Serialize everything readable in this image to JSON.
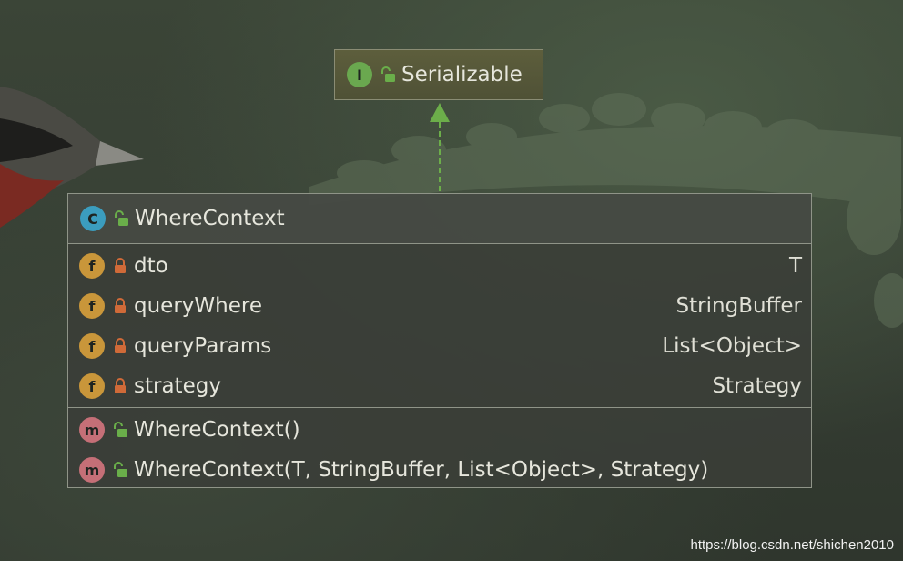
{
  "interface": {
    "badge": "I",
    "name": "Serializable",
    "lock_icon": "unlocked-icon"
  },
  "class": {
    "badge": "C",
    "name": "WhereContext",
    "fields": [
      {
        "badge": "f",
        "name": "dto",
        "type": "T",
        "lock": "locked"
      },
      {
        "badge": "f",
        "name": "queryWhere",
        "type": "StringBuffer",
        "lock": "locked"
      },
      {
        "badge": "f",
        "name": "queryParams",
        "type": "List<Object>",
        "lock": "locked"
      },
      {
        "badge": "f",
        "name": "strategy",
        "type": "Strategy",
        "lock": "locked"
      }
    ],
    "methods": [
      {
        "badge": "m",
        "name": "WhereContext()",
        "lock": "unlocked"
      },
      {
        "badge": "m",
        "name": "WhereContext(T, StringBuffer, List<Object>, Strategy)",
        "lock": "unlocked"
      }
    ]
  },
  "colors": {
    "interface_badge": "#6aa84f",
    "class_badge": "#3b9dbe",
    "field_badge": "#c9963a",
    "method_badge": "#c56f77",
    "implements_arrow": "#6cae4a",
    "private_lock": "#d06a38",
    "public_lock": "#6aae4a"
  },
  "watermark": "https://blog.csdn.net/shichen2010"
}
